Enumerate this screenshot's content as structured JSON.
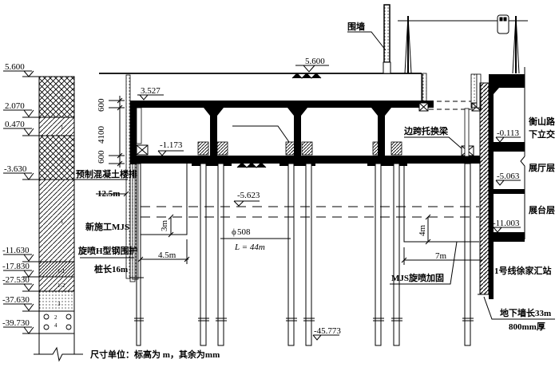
{
  "soil_column": {
    "elevations": [
      "5.600",
      "2.070",
      "0.470",
      "-3.630",
      "-11.630",
      "-17.830",
      "-27.530",
      "-37.630",
      "-39.730"
    ],
    "layer_ids": [
      "1",
      "1",
      "1",
      "1",
      "1-1",
      "1-2",
      "3",
      "2",
      "4"
    ]
  },
  "structure": {
    "ground_elevation": "5.600",
    "roof_elevation": "3.527",
    "base_elevation": "-1.173",
    "water_level": "-5.623",
    "pile_toe_elevation": "-45.773",
    "dim_top_slab": "600",
    "dim_height": "4100",
    "dim_bottom_slab": "600"
  },
  "annotations": {
    "fence": "围墙",
    "precast_wall": "预制混凝土楼排",
    "len_12_5": "12.5m",
    "new_mjs": "新施工MJS",
    "h_steel": "旋喷H型钢围护",
    "pile_len_16": "桩长16m",
    "dim_3m": "3m",
    "dim_4_5m": "4.5m",
    "pile_dia": "508",
    "pile_len": "L = 44m",
    "dim_4m": "4m",
    "dim_7m": "7m",
    "mjs_reinforce": "MJS旋喷加固",
    "transfer_beam": "边跨托换梁",
    "road_line1": "衡山路",
    "road_line2": "下立交",
    "road_elev": "-0.113",
    "hall_floor": "展厅层",
    "hall_elev": "-5.063",
    "platform_floor": "展台层",
    "platform_elev": "-11.003",
    "station": "1号线徐家汇站",
    "diaphragm_len": "地下墙长33m",
    "diaphragm_thk": "800mm厚",
    "units_note": "尺寸单位：标高为 m，其余为mm"
  }
}
